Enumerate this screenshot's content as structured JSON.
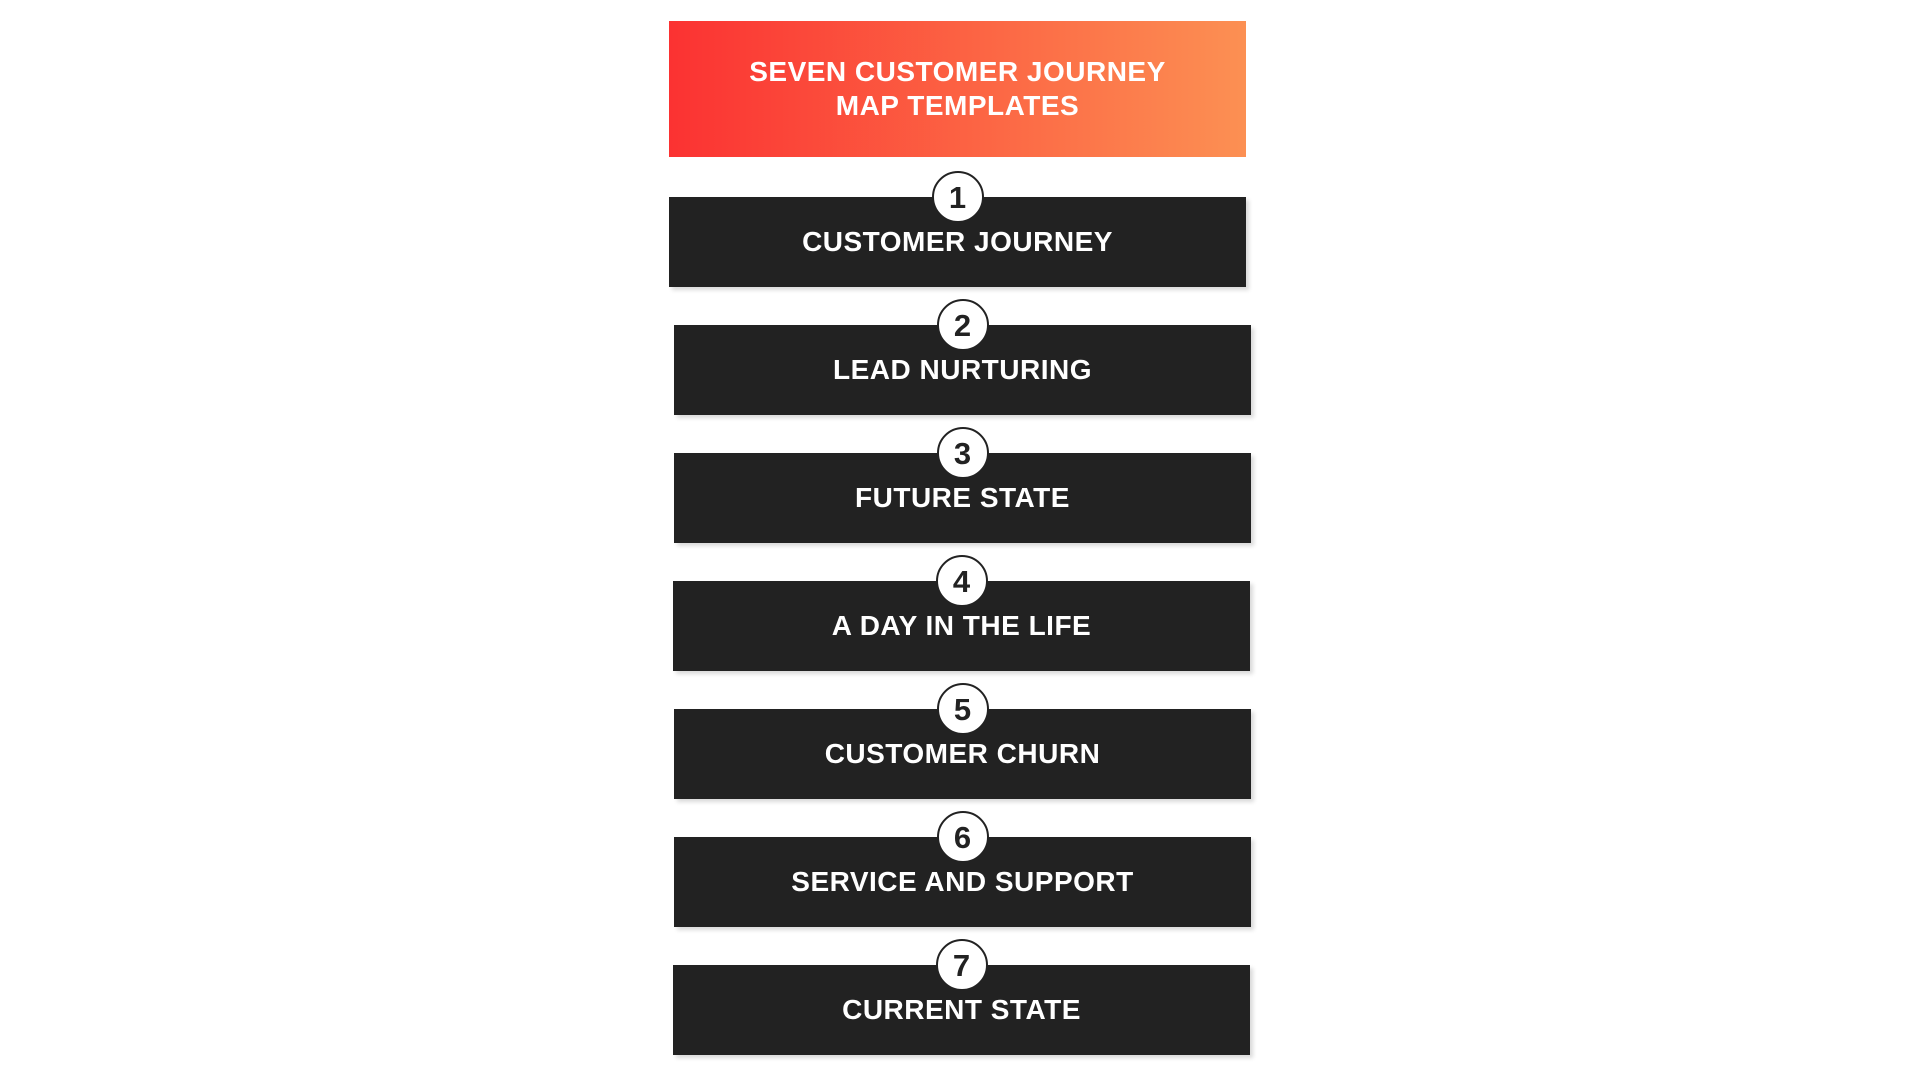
{
  "header": {
    "title_line1": "SEVEN CUSTOMER JOURNEY",
    "title_line2": "MAP TEMPLATES",
    "gradient_start": "#fb3232",
    "gradient_end": "#fc9053",
    "text_color": "#ffffff"
  },
  "steps": [
    {
      "number": "1",
      "label": "CUSTOMER JOURNEY"
    },
    {
      "number": "2",
      "label": "LEAD NURTURING"
    },
    {
      "number": "3",
      "label": "FUTURE STATE"
    },
    {
      "number": "4",
      "label": "A DAY IN THE LIFE"
    },
    {
      "number": "5",
      "label": "CUSTOMER CHURN"
    },
    {
      "number": "6",
      "label": "SERVICE AND SUPPORT"
    },
    {
      "number": "7",
      "label": "CURRENT STATE"
    }
  ],
  "colors": {
    "bar": "#222222",
    "bar_text": "#ffffff",
    "circle_fill": "#ffffff",
    "circle_border": "#222222",
    "circle_text": "#222222",
    "page_background": "#ffffff"
  }
}
